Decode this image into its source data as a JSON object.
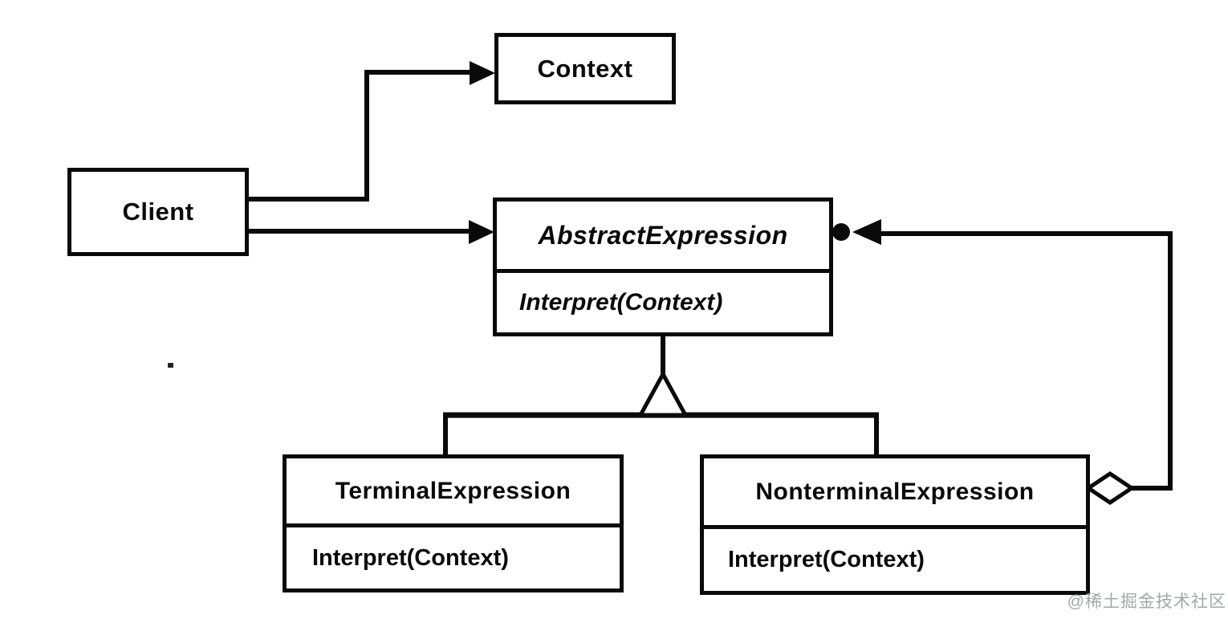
{
  "diagram": {
    "kind": "uml-class-diagram",
    "classes": {
      "context": {
        "name": "Context"
      },
      "client": {
        "name": "Client"
      },
      "abstract_expression": {
        "name": "AbstractExpression",
        "method": "Interpret(Context)"
      },
      "terminal_expression": {
        "name": "TerminalExpression",
        "method": "Interpret(Context)"
      },
      "nonterminal_expression": {
        "name": "NonterminalExpression",
        "method": "Interpret(Context)"
      }
    },
    "relationships": [
      {
        "from": "Client",
        "to": "Context",
        "type": "association-arrow"
      },
      {
        "from": "Client",
        "to": "AbstractExpression",
        "type": "association-arrow"
      },
      {
        "from": "TerminalExpression",
        "to": "AbstractExpression",
        "type": "inheritance"
      },
      {
        "from": "NonterminalExpression",
        "to": "AbstractExpression",
        "type": "aggregation-many"
      }
    ],
    "watermark": "@稀土掘金技术社区",
    "colors": {
      "line": "#0a0a0a",
      "background": "#ffffff",
      "watermark": "#a2a8a8"
    }
  }
}
